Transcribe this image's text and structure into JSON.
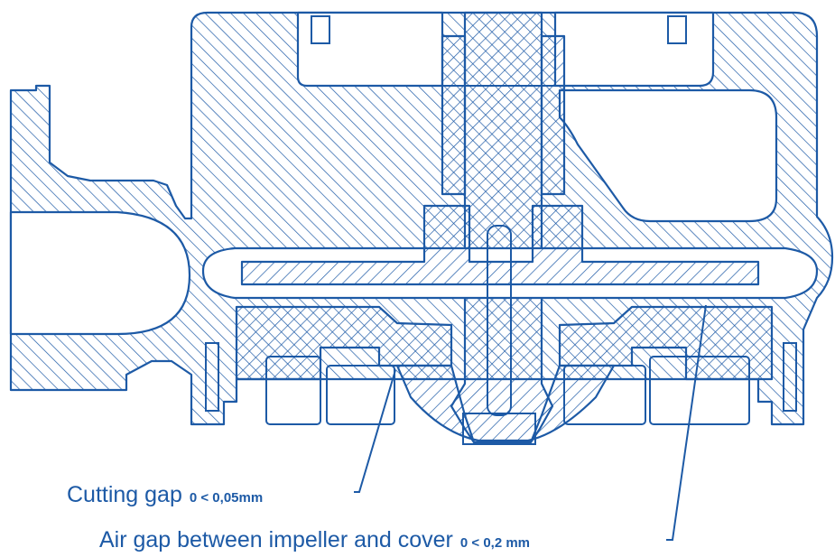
{
  "colors": {
    "line": "#1d5aa6",
    "hatch": "#1d5aa6",
    "background": "#ffffff"
  },
  "annotations": {
    "cutting_gap": {
      "text": "Cutting gap",
      "value": "0 < 0,05mm"
    },
    "air_gap": {
      "text": "Air gap between impeller and cover",
      "value": "0 < 0,2 mm"
    }
  }
}
